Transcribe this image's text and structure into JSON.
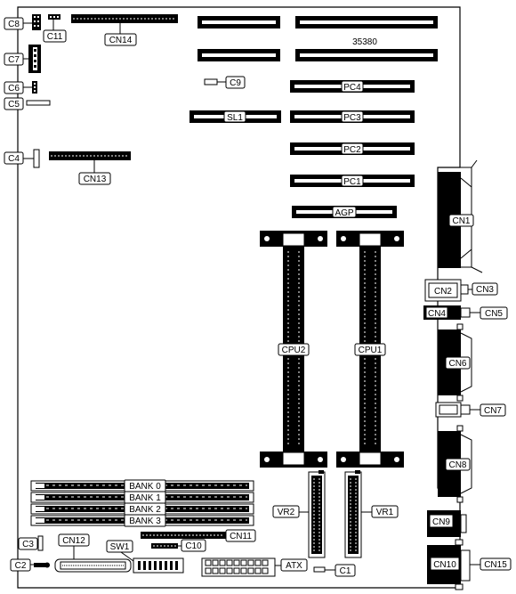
{
  "board_id": "35380",
  "labels": {
    "c8": "C8",
    "c11": "C11",
    "cn14": "CN14",
    "c7": "C7",
    "c6": "C6",
    "c5": "C5",
    "c4": "C4",
    "cn13": "CN13",
    "c9": "C9",
    "sl1": "SL1",
    "pc4": "PC4",
    "pc3": "PC3",
    "pc2": "PC2",
    "pc1": "PC1",
    "agp": "AGP",
    "cn1": "CN1",
    "cn2": "CN2",
    "cn3": "CN3",
    "cn4": "CN4",
    "cn5": "CN5",
    "cn6": "CN6",
    "cn7": "CN7",
    "cn8": "CN8",
    "cn9": "CN9",
    "cn10": "CN10",
    "cn15": "CN15",
    "cpu2": "CPU2",
    "cpu1": "CPU1",
    "vr2": "VR2",
    "vr1": "VR1",
    "bank0": "BANK 0",
    "bank1": "BANK 1",
    "bank2": "BANK 2",
    "bank3": "BANK 3",
    "c3": "C3",
    "cn12": "CN12",
    "sw1": "SW1",
    "cn11": "CN11",
    "c10": "C10",
    "c2": "C2",
    "atx": "ATX",
    "c1": "C1"
  }
}
